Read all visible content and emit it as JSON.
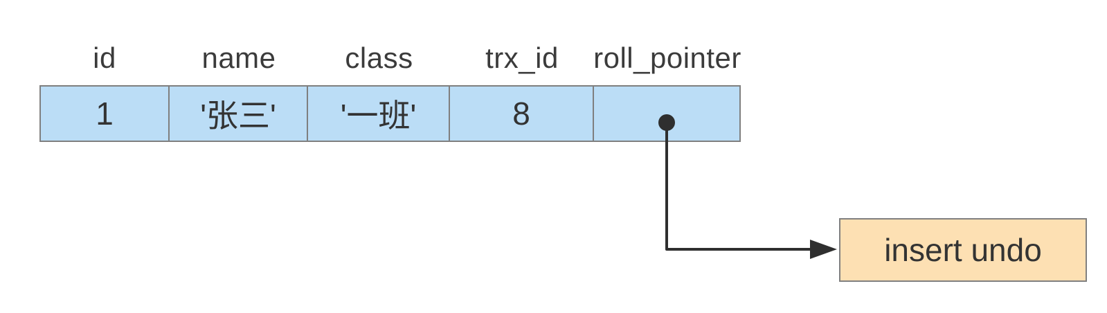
{
  "table": {
    "columns": [
      {
        "header": "id",
        "value": "1"
      },
      {
        "header": "name",
        "value": "'张三'"
      },
      {
        "header": "class",
        "value": "'一班'"
      },
      {
        "header": "trx_id",
        "value": "8"
      },
      {
        "header": "roll_pointer",
        "value": ""
      }
    ],
    "row_fill": "#BBDDF6",
    "border_color": "#7F7F7F"
  },
  "undo_box": {
    "label": "insert undo",
    "fill": "#FDE0B3",
    "border_color": "#808080"
  },
  "arrow": {
    "from": "roll_pointer",
    "to": "insert undo",
    "color": "#2f2f2f",
    "pointer_icon": "dot"
  }
}
